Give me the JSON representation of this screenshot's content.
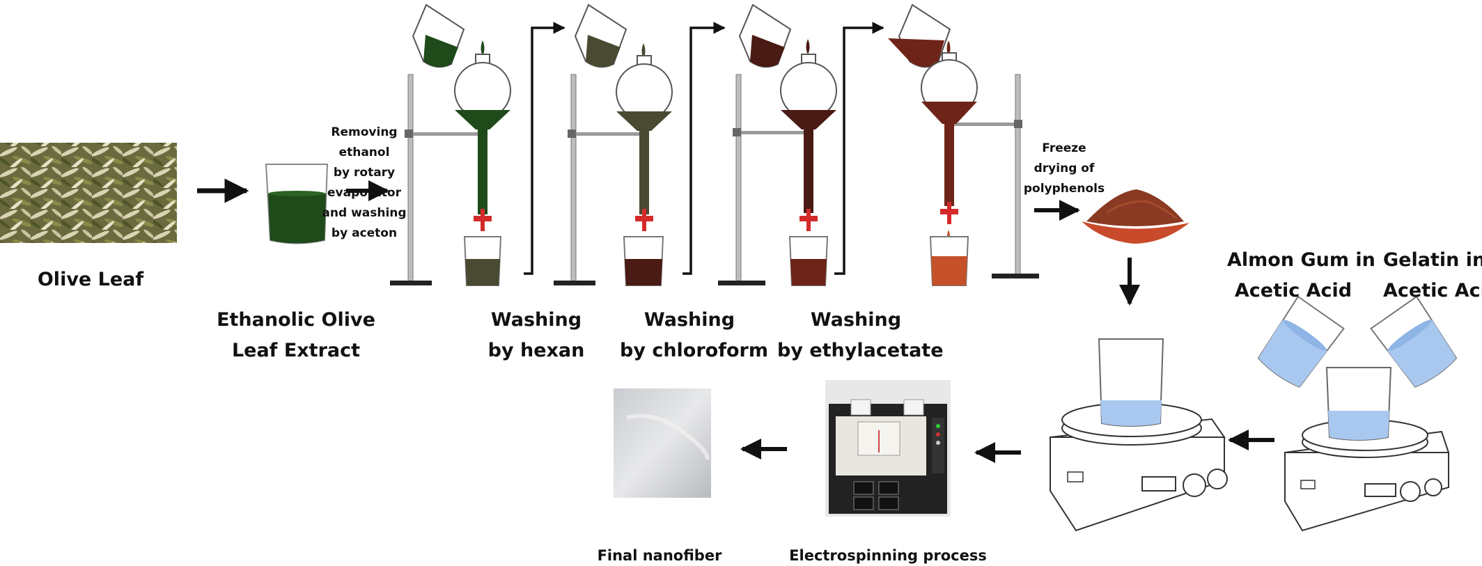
{
  "labels": {
    "olive_leaf": "Olive Leaf",
    "ethanolic_1": "Ethanolic Olive",
    "ethanolic_2": "Leaf Extract",
    "removing_1": "Removing",
    "removing_2": "ethanol",
    "removing_3": "by rotary",
    "removing_4": "evaporator",
    "removing_5": "and washing",
    "removing_6": "by aceton",
    "wash_hexan_1": "Washing",
    "wash_hexan_2": "by hexan",
    "wash_chloro_1": "Washing",
    "wash_chloro_2": "by chloroform",
    "wash_ethyl_1": "Washing",
    "wash_ethyl_2": "by ethylacetate",
    "freeze_1": "Freeze",
    "freeze_2": "drying of",
    "freeze_3": "polyphenols",
    "almon_1": "Almon Gum in",
    "almon_2": "Acetic Acid",
    "gelatin_1": "Gelatin in",
    "gelatin_2": "Acetic Acid",
    "electrospinning": "Electrospinning process",
    "final_nanofiber": "Final nanofiber"
  },
  "colors": {
    "extract_green": "#1f4a1a",
    "hexan_liquid": "#4a4a33",
    "chloroform_liquid": "#4a1a14",
    "ethyl_liquid": "#6e2418",
    "final_liquid": "#c4512a",
    "powder": "#8a3a22",
    "solution_blue": "#a9c8ef",
    "stopcock_red": "#d42a2a",
    "line": "#111111"
  }
}
